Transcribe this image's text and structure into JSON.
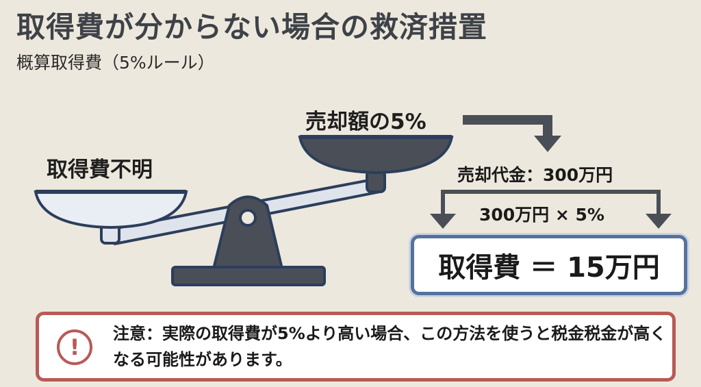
{
  "header": {
    "title": "取得費が分からない場合の救済措置",
    "subtitle": "概算取得費（5%ルール）"
  },
  "scale": {
    "left_label": "取得費不明",
    "right_label": "売却額の5%"
  },
  "calculation": {
    "sale_price": "売却代金：300万円",
    "formula": "300万円 × 5%",
    "result": "取得費 ＝ 15万円"
  },
  "warning": {
    "icon": "!",
    "text": "注意：実際の取得費が5%より高い場合、この方法を使うと税金税金が高くなる可能性があります。"
  },
  "colors": {
    "background": "#ede8dd",
    "dark": "#4a4f57",
    "outline": "#2c3e5c",
    "accent_blue": "#56729c",
    "warning": "#b85a56"
  }
}
